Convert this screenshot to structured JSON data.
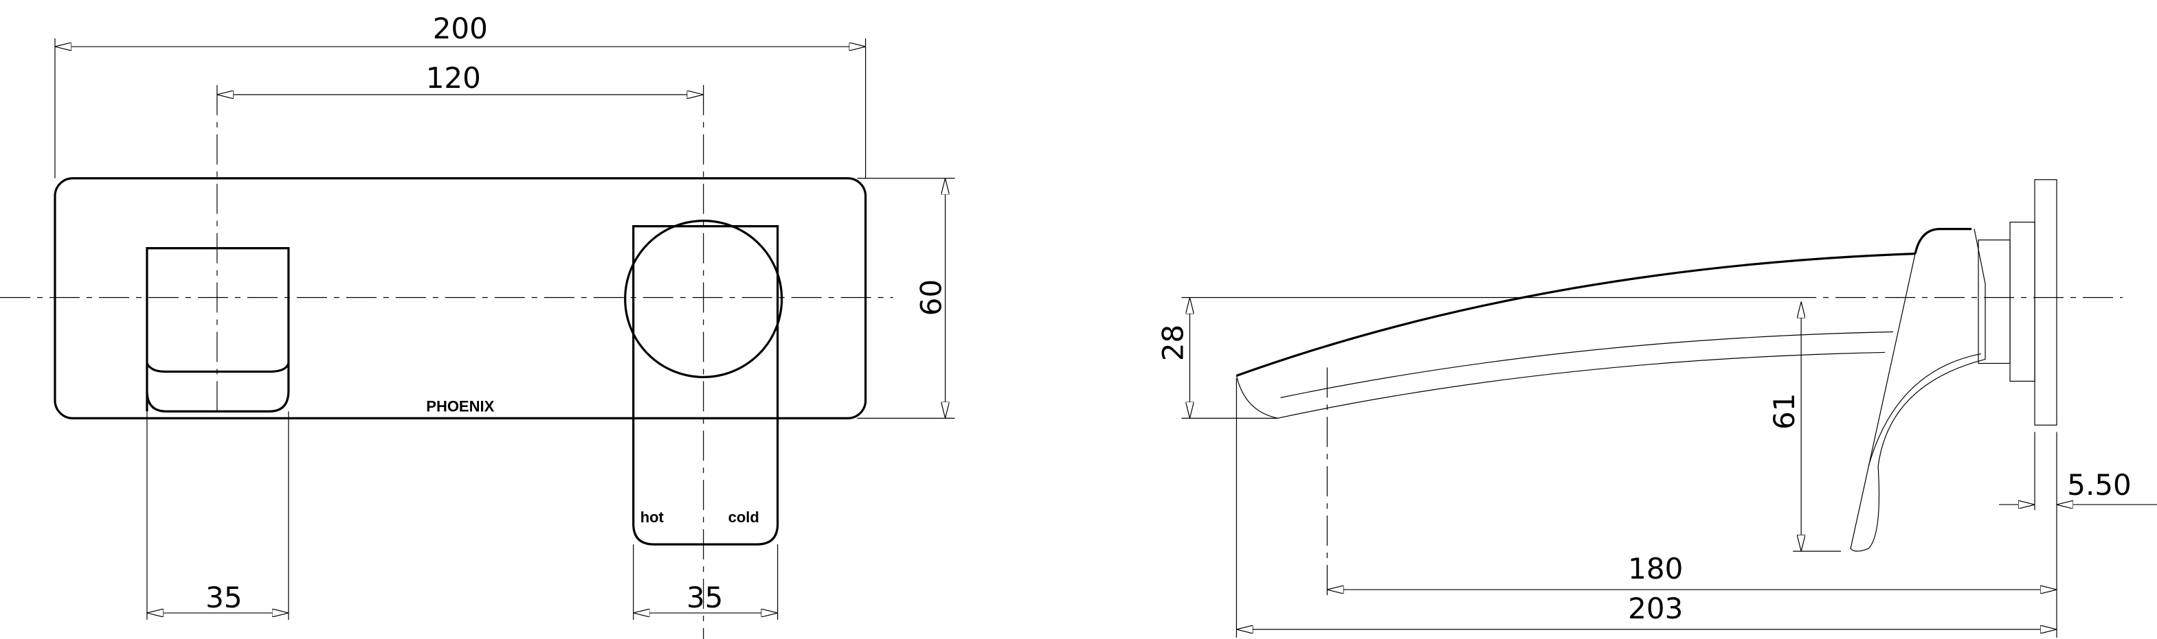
{
  "front_view": {
    "overall_width": "200",
    "centres": "120",
    "height": "60",
    "outlet_width": "35",
    "handle_width": "35",
    "brand": "PHOENIX",
    "hot_label": "hot",
    "cold_label": "cold"
  },
  "side_view": {
    "spout_drop": "28",
    "handle_drop": "61",
    "plate_thickness": "5.50",
    "spout_reach": "180",
    "overall_projection": "203"
  }
}
